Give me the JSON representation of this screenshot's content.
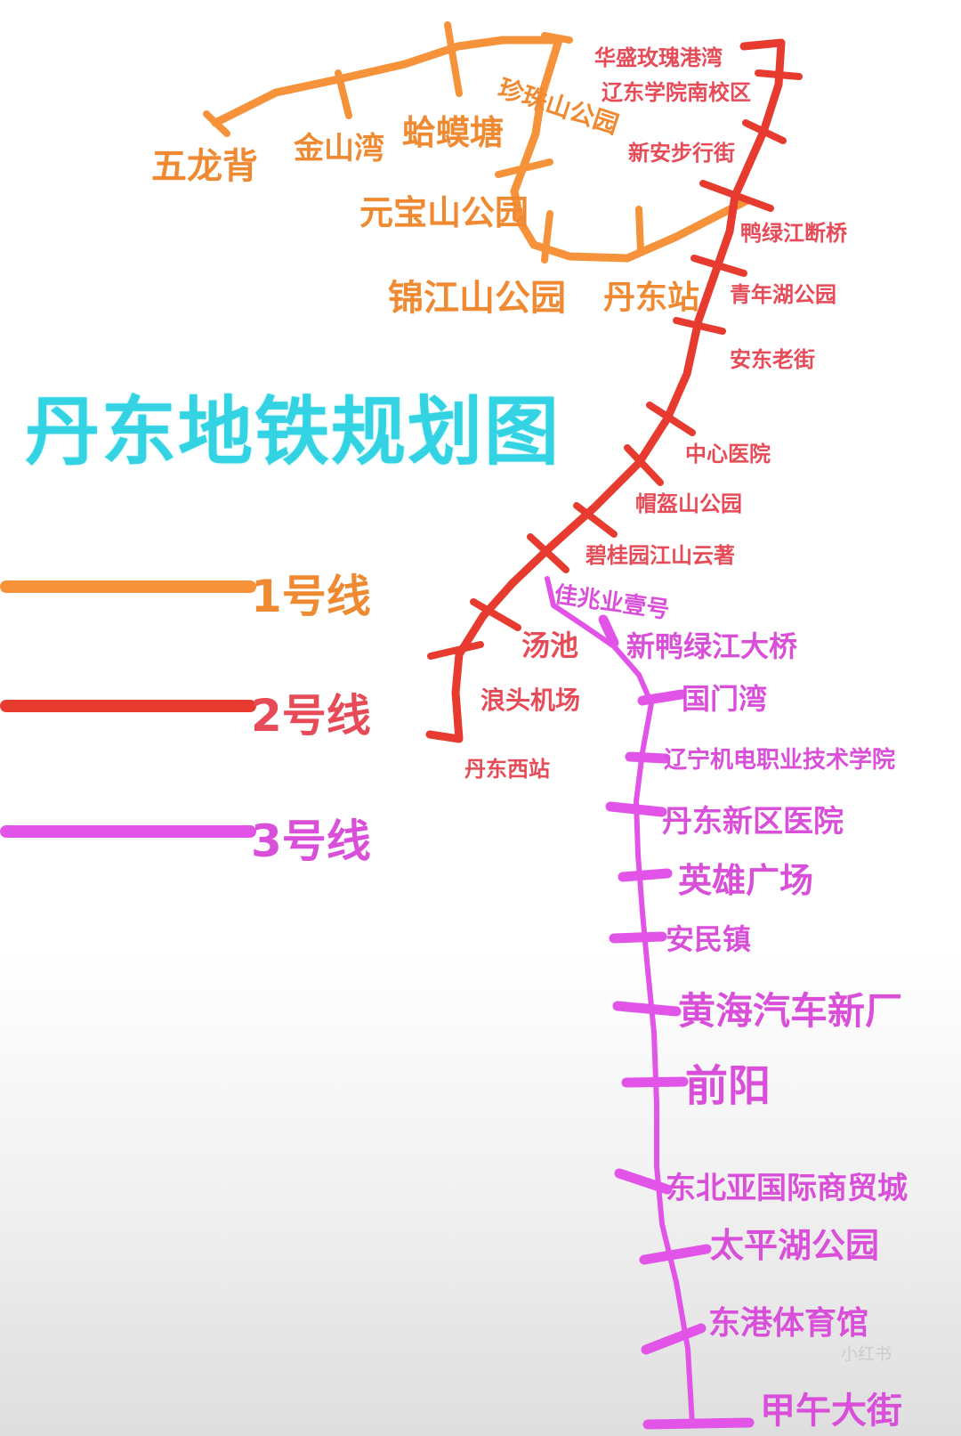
{
  "title": "丹东地铁规划图",
  "colors": {
    "line1": "#f5923a",
    "line2": "#e63b2e",
    "line3": "#e254e8",
    "title": "#34d3e3"
  },
  "legend": [
    {
      "label": "1号线",
      "color": "#f5923a",
      "text_color": "#f08a32"
    },
    {
      "label": "2号线",
      "color": "#e63b2e",
      "text_color": "#e64b57"
    },
    {
      "label": "3号线",
      "color": "#e254e8",
      "text_color": "#d94fd9"
    }
  ],
  "line1_stations": [
    "五龙背",
    "金山湾",
    "蛤蟆塘",
    "珍珠山公园",
    "元宝山公园",
    "锦江山公园",
    "丹东站"
  ],
  "line2_stations": [
    "华盛玫瑰港湾",
    "辽东学院南校区",
    "新安步行街",
    "鸭绿江断桥",
    "青年湖公园",
    "安东老街",
    "中心医院",
    "帽盔山公园",
    "碧桂园江山云著",
    "汤池",
    "浪头机场",
    "丹东西站"
  ],
  "line3_stations": [
    "佳兆业壹号",
    "新鸭绿江大桥",
    "国门湾",
    "辽宁机电职业技术学院",
    "丹东新区医院",
    "英雄广场",
    "安民镇",
    "黄海汽车新厂",
    "前阳",
    "东北亚国际商贸城",
    "太平湖公园",
    "东港体育馆",
    "甲午大街"
  ],
  "watermark": "小红书"
}
